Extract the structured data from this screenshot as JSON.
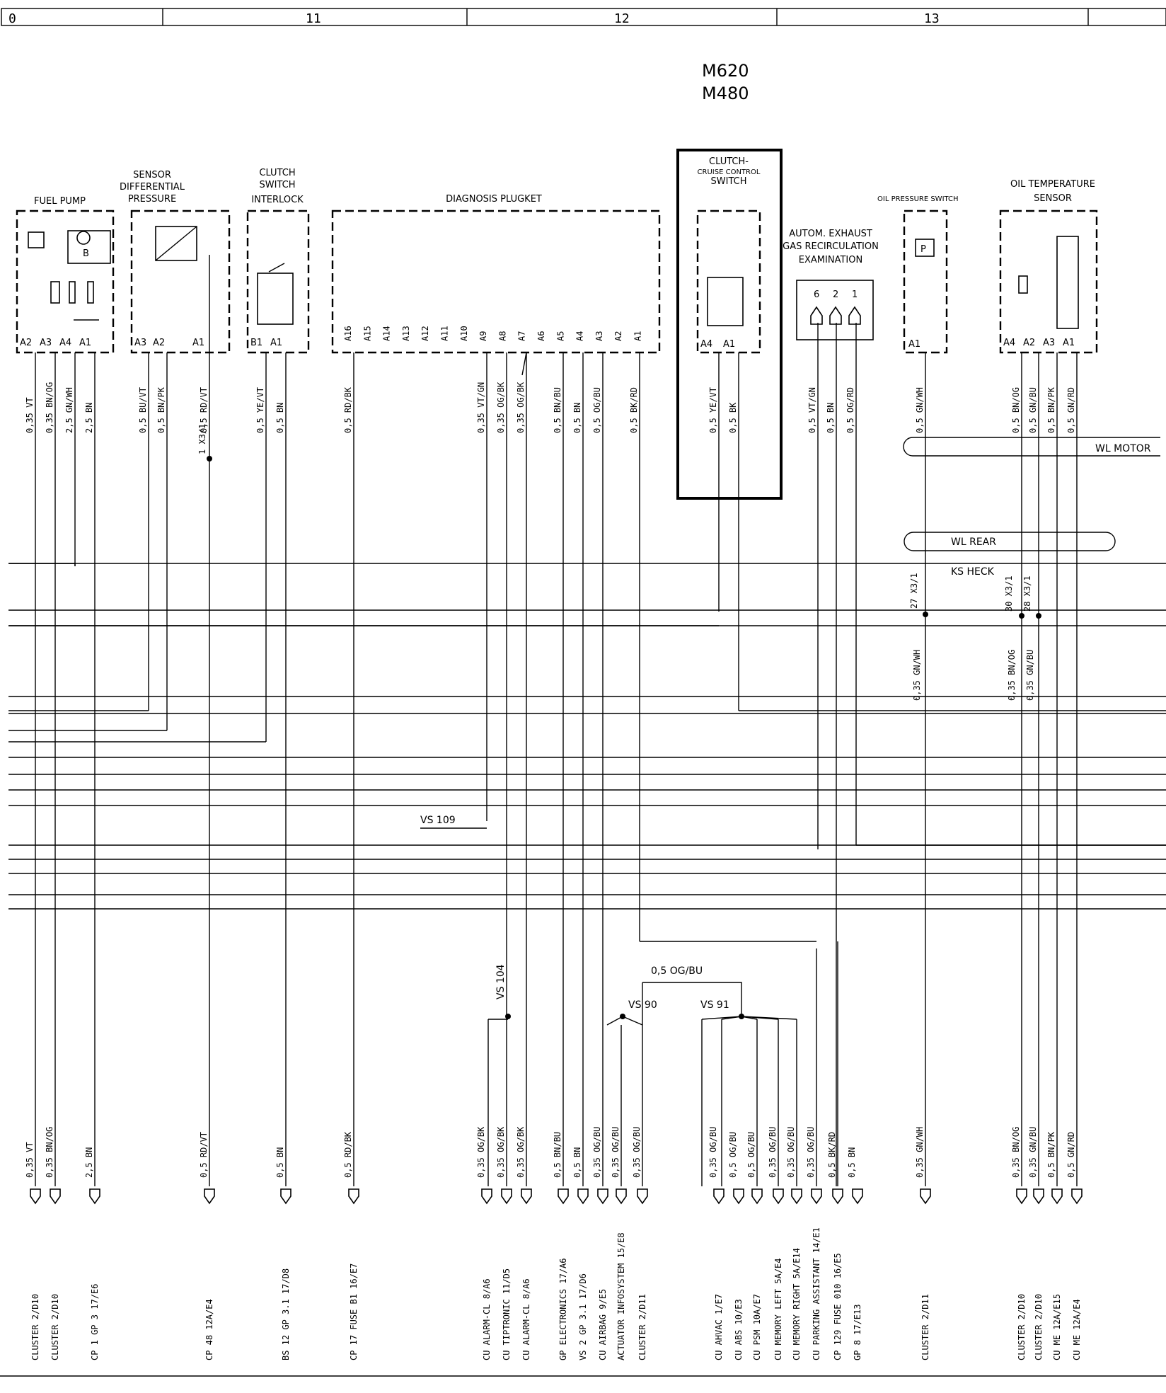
{
  "page": {
    "columns": [
      "0",
      "11",
      "12",
      "13"
    ],
    "model_codes": [
      "M620",
      "M480"
    ]
  },
  "components": {
    "fuel_pump": {
      "name": "FUEL PUMP",
      "pins": [
        "A2",
        "A3",
        "A4",
        "A1"
      ],
      "symbol": "B"
    },
    "sensor_diff_pressure": {
      "name": [
        "SENSOR",
        "DIFFERENTIAL",
        "PRESSURE"
      ],
      "pins": [
        "A3",
        "A2",
        "A1"
      ]
    },
    "clutch_interlock": {
      "name": [
        "CLUTCH",
        "SWITCH",
        "INTERLOCK"
      ],
      "pins": [
        "B1",
        "A1"
      ]
    },
    "diagnosis_plug": {
      "name": "DIAGNOSIS PLUGKET",
      "pins": [
        "A16",
        "A15",
        "A14",
        "A13",
        "A12",
        "A11",
        "A10",
        "A9",
        "A8",
        "A7",
        "A6",
        "A5",
        "A4",
        "A3",
        "A2",
        "A1"
      ]
    },
    "clutch_cruise": {
      "name": [
        "CLUTCH-",
        "CRUISE CONTROL",
        "SWITCH"
      ],
      "pins": [
        "A4",
        "A1"
      ]
    },
    "egr_exam": {
      "name": [
        "AUTOM. EXHAUST",
        "GAS RECIRCULATION",
        "EXAMINATION"
      ],
      "pins": [
        "6",
        "2",
        "1"
      ]
    },
    "oil_pressure": {
      "name": "OIL PRESSURE SWITCH",
      "pins": [
        "A1"
      ],
      "symbol": "P"
    },
    "oil_temp": {
      "name": [
        "OIL TEMPERATURE",
        "SENSOR"
      ],
      "pins": [
        "A4",
        "A2",
        "A3",
        "A1"
      ]
    }
  },
  "upper_wire_labels": [
    "0,35 VT",
    "0,35 BN/OG",
    "2,5 GN/WH",
    "2,5 BN",
    "0,5 BU/VT",
    "0,5 BN/PK",
    "0,5 RD/VT",
    "0,5 YE/VT",
    "0,5 BN",
    "0,5 RD/BK",
    "0,35 VT/GN",
    "0,35 OG/BK",
    "0,35 OG/BK",
    "0,5 BN/BU",
    "0,5 BN",
    "0,5 OG/BU",
    "0,5 BK/RD",
    "0,5 YE/VT",
    "0,5 BK",
    "0,5 VT/GN",
    "0,5 BN",
    "0,5 OG/RD",
    "0,5 GN/WH",
    "0,5 BN/OG",
    "0,5 GN/BU",
    "0,5 BN/PK",
    "0,5 GN/RD"
  ],
  "splice_labels": [
    "1 X3/1",
    "27 X3/1",
    "30 X3/1",
    "28 X3/1",
    "0,35 GN/WH",
    "0,35 BN/OG",
    "0,35 GN/BU"
  ],
  "harness": {
    "motor": "WL MOTOR",
    "rear": "WL REAR",
    "heck": "KS HECK"
  },
  "nodes": {
    "vs109": "VS 109",
    "vs104": "VS 104",
    "vs90": "VS 90",
    "vs91": "VS 91",
    "bus_label": "0,5 OG/BU"
  },
  "lower_wire_labels": [
    "0,35 VT",
    "0,35 BN/OG",
    "2,5 BN",
    "0,5 RD/VT",
    "0,5 BN",
    "0,5 RD/BK",
    "0,35 OG/BK",
    "0,35 OG/BK",
    "0,35 OG/BK",
    "0,5 BN/BU",
    "0,5 BN",
    "0,35 OG/BU",
    "0,35 OG/BU",
    "0,35 OG/BU",
    "0,35 OG/BU",
    "0,5 OG/BU",
    "0,5 OG/BU",
    "0,35 OG/BU",
    "0,35 OG/BU",
    "0,35 OG/BU",
    "0,5 BK/RD",
    "0,5 BN",
    "0,35 GN/WH",
    "0,35 BN/OG",
    "0,35 GN/BU",
    "0,5 BN/PK",
    "0,5 GN/RD"
  ],
  "destinations": [
    "CLUSTER 2/D10",
    "CLUSTER 2/D10",
    "CP 1 GP 3 17/E6",
    "CP 48 12A/E4",
    "BS 12 GP 3.1 17/D8",
    "CP 17 FUSE B1 16/E7",
    "CU ALARM-CL 8/A6",
    "CU TIPTRONIC 11/D5",
    "CU ALARM-CL 8/A6",
    "GP ELECTRONICS 17/A6",
    "VS 2 GP 3.1 17/D6",
    "CU AIRBAG 9/E5",
    "ACTUATOR INFOSYSTEM 15/E8",
    "CLUSTER 2/D11",
    "CU AHVAC 1/E7",
    "CU ABS 10/E3",
    "CU PSM 10A/E7",
    "CU MEMORY LEFT 5A/E4",
    "CU MEMORY RIGHT 5A/E14",
    "CU PARKING ASSISTANT 14/E1",
    "CP 129 FUSE 010 16/E5",
    "GP 8 17/E13",
    "CLUSTER 2/D11",
    "CLUSTER 2/D10",
    "CLUSTER 2/D10",
    "CU ME 12A/E15",
    "CU ME 12A/E4"
  ]
}
